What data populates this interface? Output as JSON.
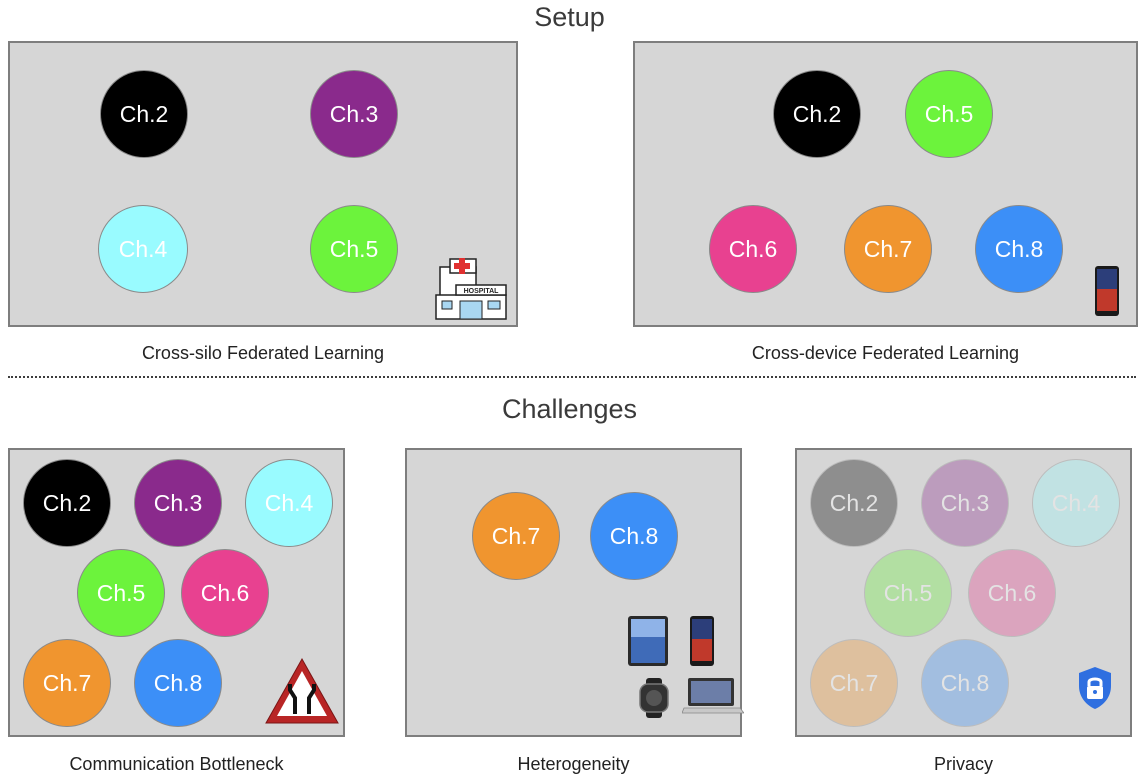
{
  "headings": {
    "setup": "Setup",
    "challenges": "Challenges"
  },
  "panels": {
    "cross_silo": {
      "caption": "Cross-silo Federated Learning",
      "icon": "hospital-icon",
      "chapters": [
        {
          "label": "Ch.2",
          "color": "#000000"
        },
        {
          "label": "Ch.3",
          "color": "#8a2a8c"
        },
        {
          "label": "Ch.4",
          "color": "#99fbff"
        },
        {
          "label": "Ch.5",
          "color": "#6cf33c"
        }
      ]
    },
    "cross_device": {
      "caption": "Cross-device Federated Learning",
      "icon": "smartphone-icon",
      "chapters": [
        {
          "label": "Ch.2",
          "color": "#000000"
        },
        {
          "label": "Ch.5",
          "color": "#6cf33c"
        },
        {
          "label": "Ch.6",
          "color": "#e84190"
        },
        {
          "label": "Ch.7",
          "color": "#f0952f"
        },
        {
          "label": "Ch.8",
          "color": "#3c8ff7"
        }
      ]
    },
    "communication": {
      "caption": "Communication Bottleneck",
      "icon": "road-narrows-warning-icon",
      "chapters": [
        {
          "label": "Ch.2",
          "color": "#000000"
        },
        {
          "label": "Ch.3",
          "color": "#8a2a8c"
        },
        {
          "label": "Ch.4",
          "color": "#99fbff"
        },
        {
          "label": "Ch.5",
          "color": "#6cf33c"
        },
        {
          "label": "Ch.6",
          "color": "#e84190"
        },
        {
          "label": "Ch.7",
          "color": "#f0952f"
        },
        {
          "label": "Ch.8",
          "color": "#3c8ff7"
        }
      ]
    },
    "heterogeneity": {
      "caption": "Heterogeneity",
      "icons": [
        "tablet-icon",
        "smartphone-icon",
        "smartwatch-icon",
        "laptop-icon"
      ],
      "chapters": [
        {
          "label": "Ch.7",
          "color": "#f0952f"
        },
        {
          "label": "Ch.8",
          "color": "#3c8ff7"
        }
      ]
    },
    "privacy": {
      "caption": "Privacy",
      "icon": "shield-lock-icon",
      "chapters": [
        {
          "label": "Ch.2",
          "color": "#000000"
        },
        {
          "label": "Ch.3",
          "color": "#8a2a8c"
        },
        {
          "label": "Ch.4",
          "color": "#99fbff"
        },
        {
          "label": "Ch.5",
          "color": "#6cf33c"
        },
        {
          "label": "Ch.6",
          "color": "#e84190"
        },
        {
          "label": "Ch.7",
          "color": "#f0952f"
        },
        {
          "label": "Ch.8",
          "color": "#3c8ff7"
        }
      ]
    }
  }
}
